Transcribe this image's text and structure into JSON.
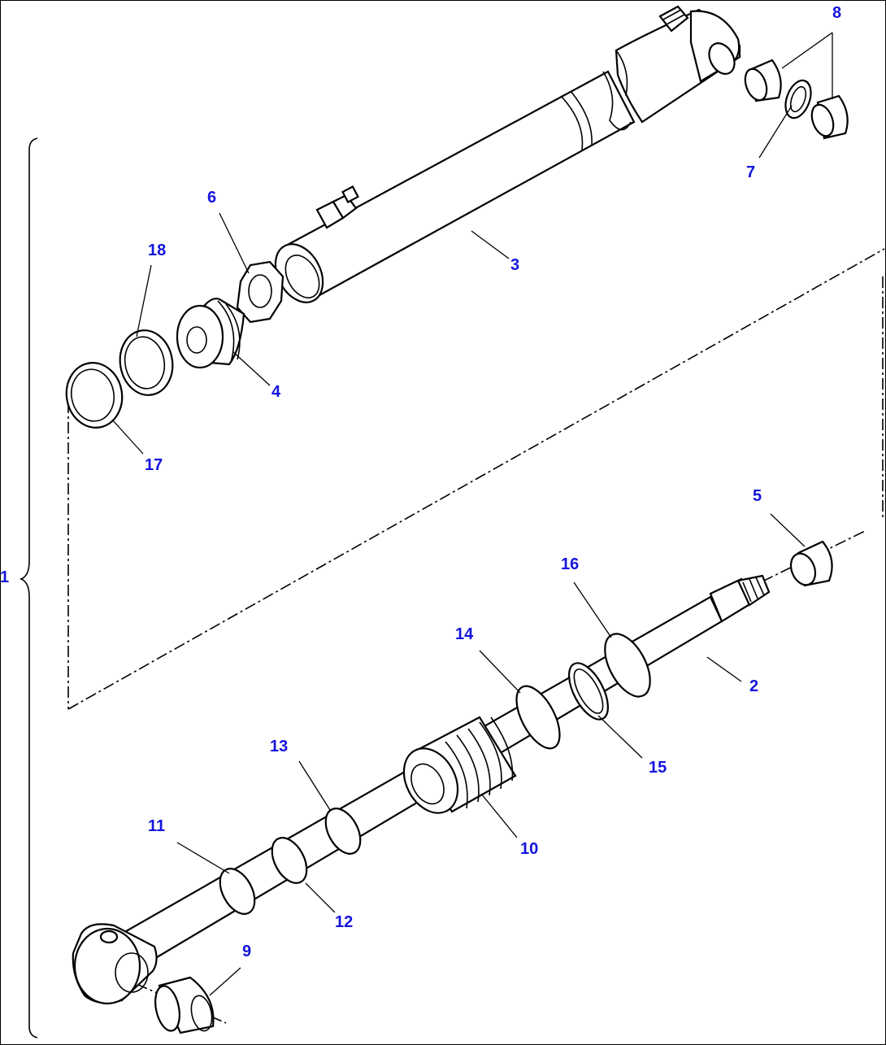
{
  "diagram": {
    "colors": {
      "callout": "#1414dc",
      "line": "#000000",
      "background": "#ffffff"
    },
    "callouts": {
      "c1": "1",
      "c2": "2",
      "c3": "3",
      "c4": "4",
      "c5": "5",
      "c6": "6",
      "c7": "7",
      "c8": "8",
      "c9": "9",
      "c10": "10",
      "c11": "11",
      "c12": "12",
      "c13": "13",
      "c14": "14",
      "c15": "15",
      "c16": "16",
      "c17": "17",
      "c18": "18"
    }
  }
}
